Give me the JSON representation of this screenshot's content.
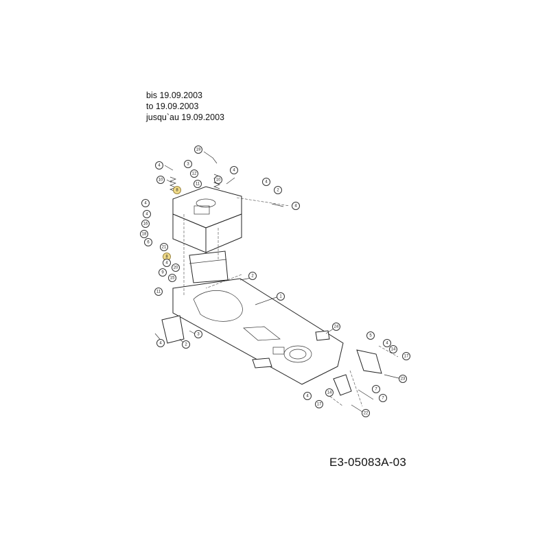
{
  "caption": {
    "line1": "bis 19.09.2003",
    "line2": "to 19.09.2003",
    "line3": "jusqu`au 19.09.2003"
  },
  "drawing_code": "E3-05083A-03",
  "callouts": [
    {
      "label": "19",
      "highlight": false
    },
    {
      "label": "4",
      "highlight": false
    },
    {
      "label": "3",
      "highlight": false
    },
    {
      "label": "12",
      "highlight": false
    },
    {
      "label": "4",
      "highlight": false
    },
    {
      "label": "10",
      "highlight": false
    },
    {
      "label": "10",
      "highlight": false
    },
    {
      "label": "11",
      "highlight": false
    },
    {
      "label": "4",
      "highlight": false
    },
    {
      "label": "8",
      "highlight": true
    },
    {
      "label": "2",
      "highlight": false
    },
    {
      "label": "4",
      "highlight": false
    },
    {
      "label": "4",
      "highlight": false
    },
    {
      "label": "4",
      "highlight": false
    },
    {
      "label": "16",
      "highlight": false
    },
    {
      "label": "18",
      "highlight": false
    },
    {
      "label": "6",
      "highlight": false
    },
    {
      "label": "21",
      "highlight": false
    },
    {
      "label": "8",
      "highlight": true
    },
    {
      "label": "4",
      "highlight": false
    },
    {
      "label": "20",
      "highlight": false
    },
    {
      "label": "9",
      "highlight": false
    },
    {
      "label": "15",
      "highlight": false
    },
    {
      "label": "11",
      "highlight": false
    },
    {
      "label": "2",
      "highlight": false
    },
    {
      "label": "1",
      "highlight": false
    },
    {
      "label": "3",
      "highlight": false
    },
    {
      "label": "2",
      "highlight": false
    },
    {
      "label": "4",
      "highlight": false
    },
    {
      "label": "24",
      "highlight": false
    },
    {
      "label": "5",
      "highlight": false
    },
    {
      "label": "4",
      "highlight": false
    },
    {
      "label": "14",
      "highlight": false
    },
    {
      "label": "17",
      "highlight": false
    },
    {
      "label": "23",
      "highlight": false
    },
    {
      "label": "7",
      "highlight": false
    },
    {
      "label": "4",
      "highlight": false
    },
    {
      "label": "14",
      "highlight": false
    },
    {
      "label": "7",
      "highlight": false
    },
    {
      "label": "17",
      "highlight": false
    },
    {
      "label": "22",
      "highlight": false
    }
  ]
}
